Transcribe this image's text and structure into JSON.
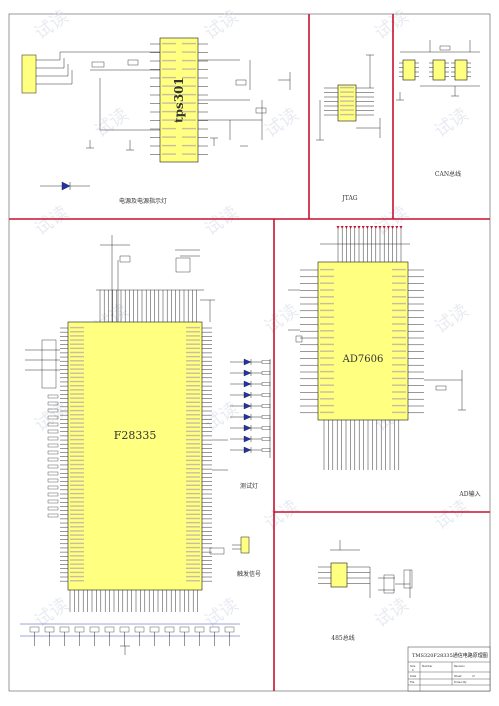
{
  "chips": {
    "tps": "tps301",
    "mcu": "F28335",
    "adc": "AD7606"
  },
  "sections": {
    "power": "电源及电源指示灯",
    "jtag": "JTAG",
    "can": "CAN总线",
    "test_led": "测试灯",
    "trigger": "触发信号",
    "ad_input": "AD输入",
    "rs485": "485总线"
  },
  "title_block": {
    "title": "TMS320F28335通信电路原理图",
    "size_label": "Size",
    "size_value": "C",
    "number_label": "Number",
    "revision_label": "Revision",
    "date_label": "Date",
    "sheet_label": "Sheet",
    "sheet_value": "of",
    "file_label": "File",
    "drawn_label": "Drawn By"
  },
  "watermark": "试读",
  "colors": {
    "separator": "#c8102e",
    "chip_fill": "#ffff80",
    "wire": "#1a1a1a",
    "bus_wire": "#2233aa",
    "label_red": "#9a1a1a"
  }
}
